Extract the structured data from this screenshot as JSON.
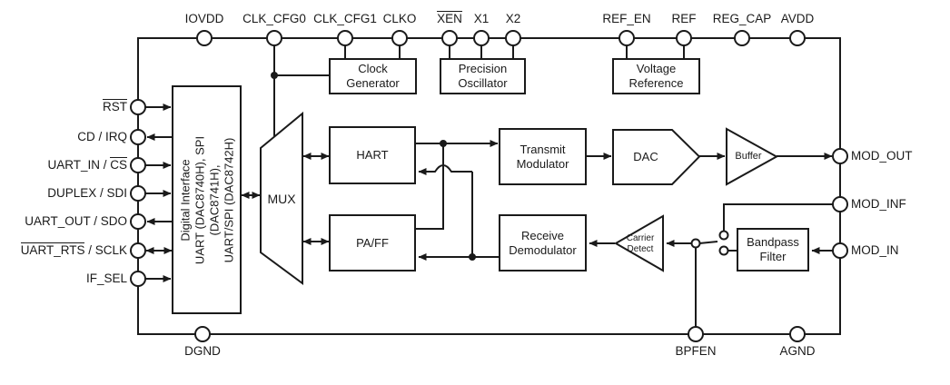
{
  "colors": {
    "stroke": "#1a1a1a",
    "background": "#ffffff",
    "block_fill": "#ffffff"
  },
  "pins": {
    "top": [
      {
        "pre": "IOVDD",
        "over": "",
        "post": ""
      },
      {
        "pre": "CLK_CFG0",
        "over": "",
        "post": ""
      },
      {
        "pre": "CLK_CFG1",
        "over": "",
        "post": ""
      },
      {
        "pre": "CLKO",
        "over": "",
        "post": ""
      },
      {
        "pre": "",
        "over": "XEN",
        "post": ""
      },
      {
        "pre": "X1",
        "over": "",
        "post": ""
      },
      {
        "pre": "X2",
        "over": "",
        "post": ""
      },
      {
        "pre": "REF_EN",
        "over": "",
        "post": ""
      },
      {
        "pre": "REF",
        "over": "",
        "post": ""
      },
      {
        "pre": "REG_CAP",
        "over": "",
        "post": ""
      },
      {
        "pre": "AVDD",
        "over": "",
        "post": ""
      }
    ],
    "left": [
      {
        "pre": "",
        "over": "RST",
        "post": ""
      },
      {
        "pre": "CD / IRQ",
        "over": "",
        "post": ""
      },
      {
        "pre": "UART_IN / ",
        "over": "CS",
        "post": ""
      },
      {
        "pre": "DUPLEX / SDI",
        "over": "",
        "post": ""
      },
      {
        "pre": "UART_OUT / SDO",
        "over": "",
        "post": ""
      },
      {
        "pre": "",
        "over": "UART_RTS",
        "post": " / SCLK"
      },
      {
        "pre": "IF_SEL",
        "over": "",
        "post": ""
      }
    ],
    "right": [
      {
        "label": "MOD_OUT"
      },
      {
        "label": "MOD_INF"
      },
      {
        "label": "MOD_IN"
      }
    ],
    "bottom": [
      {
        "label": "DGND"
      },
      {
        "label": "BPFEN"
      },
      {
        "label": "AGND"
      }
    ]
  },
  "blocks": {
    "clock_generator": "Clock\nGenerator",
    "precision_oscillator": "Precision\nOscillator",
    "voltage_reference": "Voltage\nReference",
    "digital_interface": "Digital Interface\nUART (DAC8740H), SPI\n(DAC8741H),\nUART/SPI (DAC8742H)",
    "mux": "MUX",
    "hart": "HART",
    "paff": "PA/FF",
    "transmit_modulator": "Transmit\nModulator",
    "receive_demodulator": "Receive\nDemodulator",
    "dac": "DAC",
    "buffer": "Buffer",
    "carrier_detect": "Carrier\nDetect",
    "bandpass_filter": "Bandpass\nFilter"
  }
}
